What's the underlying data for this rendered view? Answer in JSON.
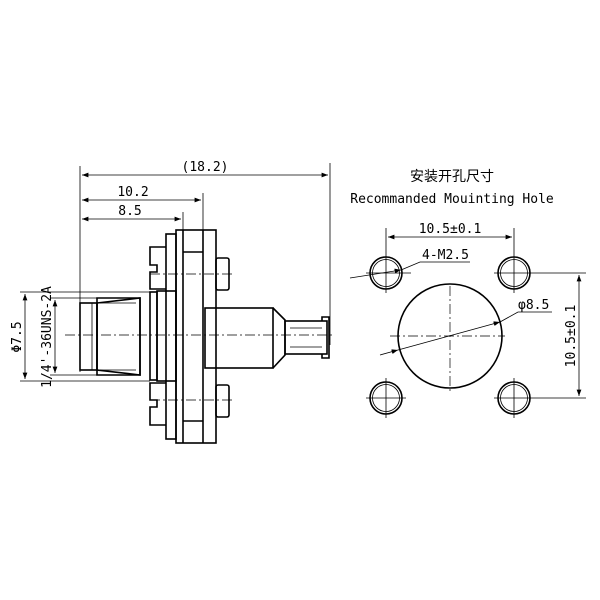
{
  "side_view": {
    "dims": {
      "overall_length": "(18.2)",
      "flange_back": "10.2",
      "flange_front": "8.5",
      "diameter": "Φ7.5",
      "thread": "1/4'-36UNS-2A"
    }
  },
  "mounting_hole": {
    "title_cn": "安装开孔尺寸",
    "title_en": "Recommanded Mouinting Hole",
    "dims": {
      "hole_spacing_h": "10.5±0.1",
      "hole_spacing_v": "10.5±0.1",
      "screw_holes": "4-M2.5",
      "center_hole": "φ8.5"
    }
  },
  "colors": {
    "line": "#000000",
    "background": "#ffffff"
  }
}
